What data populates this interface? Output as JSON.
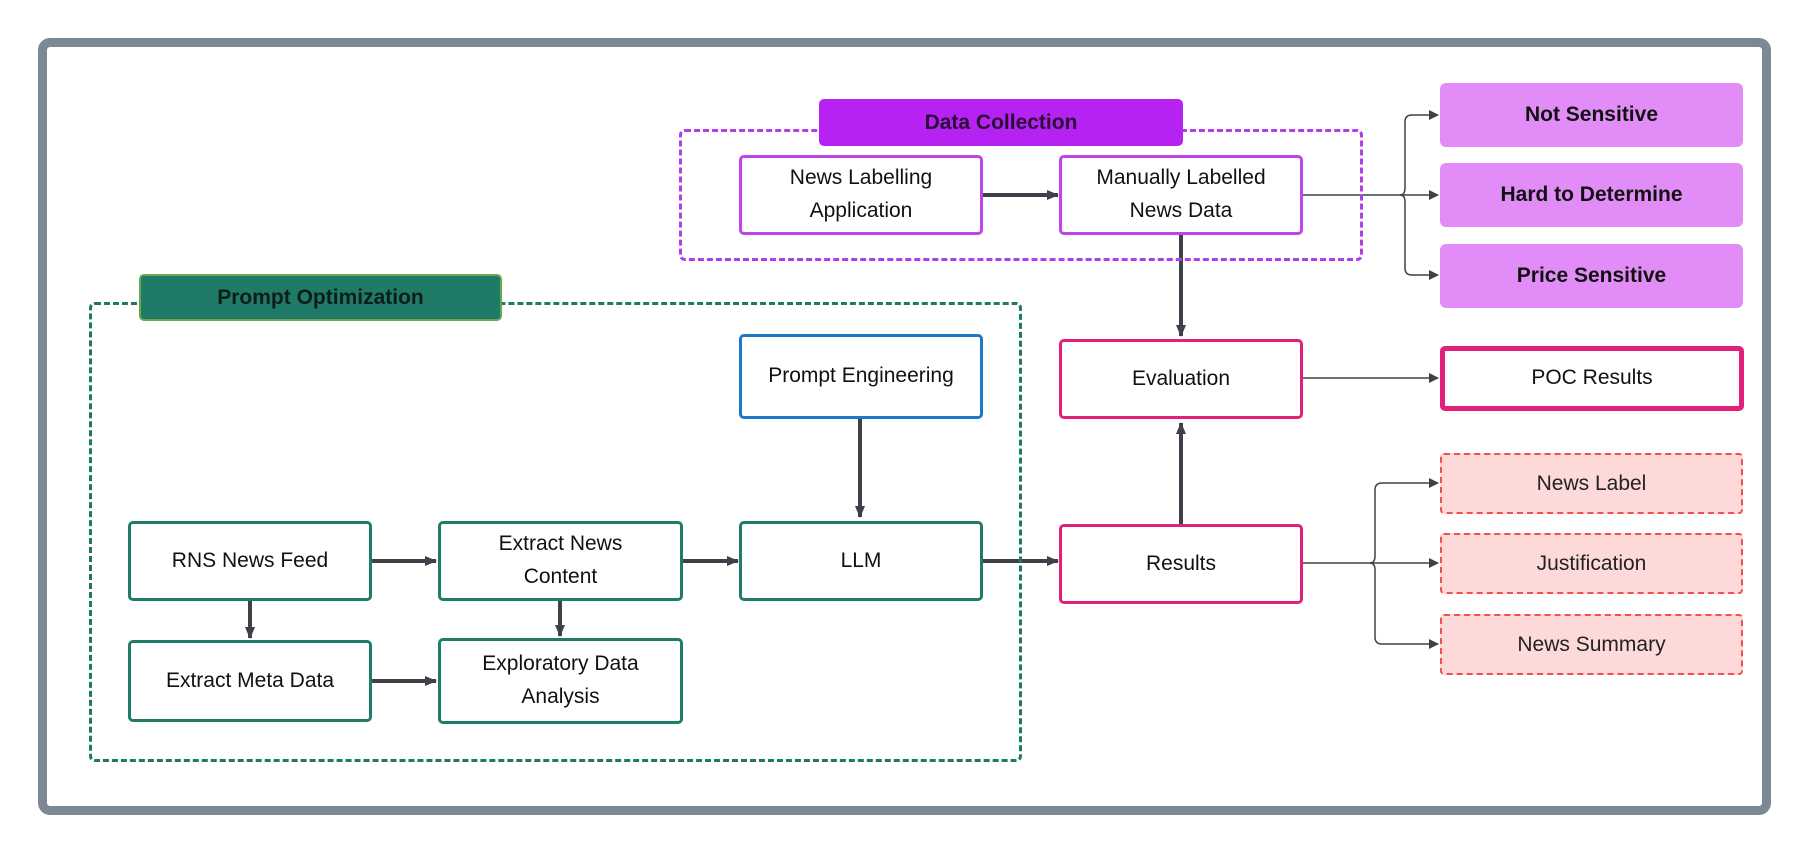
{
  "groups": {
    "prompt_optimization": "Prompt Optimization",
    "data_collection": "Data Collection"
  },
  "nodes": {
    "rns_news_feed": "RNS News Feed",
    "extract_news_content": "Extract News\nContent",
    "llm": "LLM",
    "extract_meta_data": "Extract Meta Data",
    "exploratory_data_analysis": "Exploratory Data\nAnalysis",
    "prompt_engineering": "Prompt Engineering",
    "news_labelling_application": "News Labelling\nApplication",
    "manually_labelled_news_data": "Manually Labelled\nNews Data",
    "evaluation": "Evaluation",
    "results": "Results"
  },
  "outputs": {
    "labels": [
      "Not Sensitive",
      "Hard to Determine",
      "Price Sensitive"
    ],
    "poc_results": "POC Results",
    "result_items": [
      "News Label",
      "Justification",
      "News Summary"
    ]
  },
  "colors": {
    "frame": "#7c8896",
    "prompt_group": "#1d7a68",
    "data_group": "#b23ee6",
    "prompt_engineering": "#1e78c9",
    "evaluation_results": "#e0207a",
    "label_fill": "#e28cf7",
    "result_item_fill": "#fdd9d9",
    "arrow": "#3d4148"
  }
}
